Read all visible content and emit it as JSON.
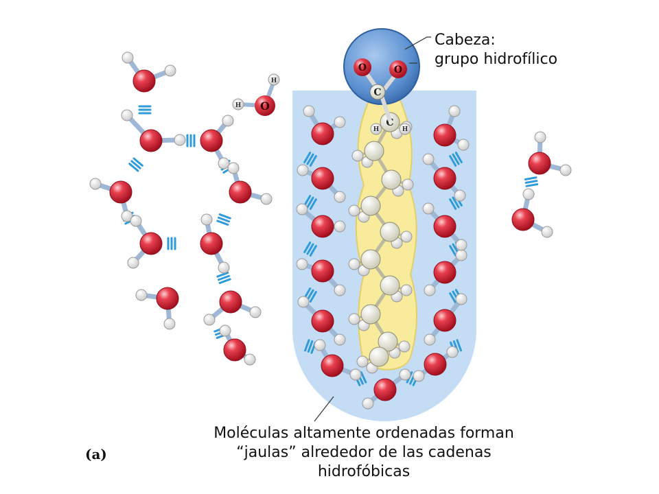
{
  "head_label": {
    "line1": "Cabeza:",
    "line2": "grupo hidrofílico"
  },
  "caption": {
    "line1": "Moléculas altamente ordenadas forman",
    "line2": "“jaulas” alrededor de las cadenas",
    "line3": "hidrofóbicas"
  },
  "panel_label": "(a)",
  "atom_symbols": {
    "oxygen": "O",
    "carbon": "C",
    "hydrogen": "H"
  },
  "colors": {
    "oxygen": "#d8283a",
    "hydrogen": "#f4f4f4",
    "bond": "#9fb8d6",
    "hbond": "#2f9bd8",
    "cage": "#c4ddf5",
    "chain": "#f8ec9c",
    "carbon": "#ececdc",
    "head": "#4f88cc"
  }
}
